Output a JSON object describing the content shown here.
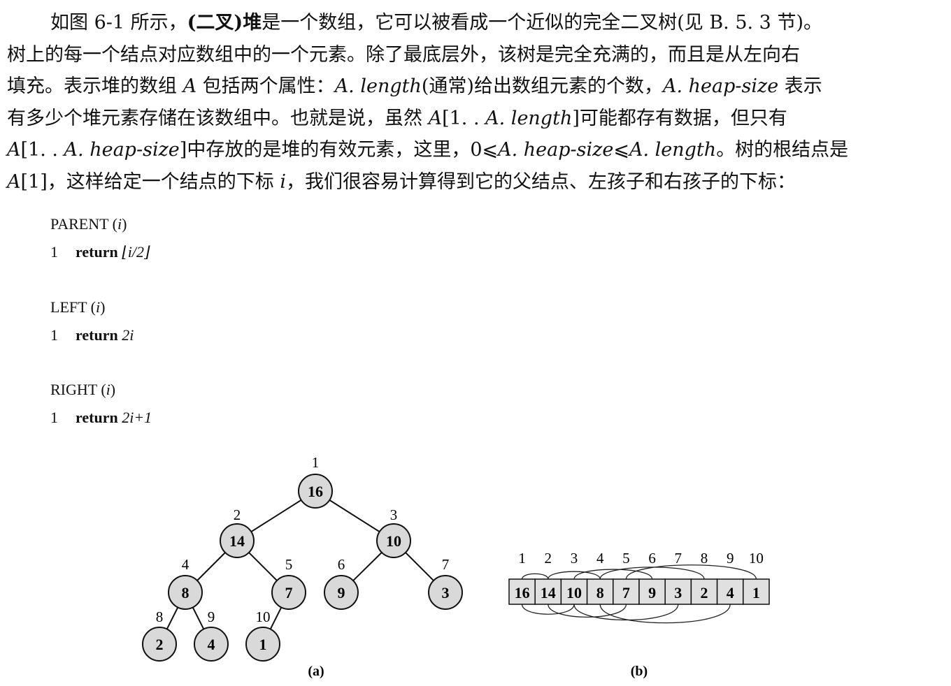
{
  "paragraph": {
    "lines": [
      {
        "segments": [
          {
            "t": "如图 6-1 所示，"
          },
          {
            "t": "(二叉)堆",
            "s": "bold"
          },
          {
            "t": "是一个数组，它可以被看成一个近似的完全二叉树(见 B. 5. 3 节)。"
          }
        ]
      },
      {
        "segments": [
          {
            "t": "树上的每一个结点对应数组中的一个元素。除了最底层外，该树是完全充满的，而且是从左向右"
          }
        ]
      },
      {
        "segments": [
          {
            "t": "填充。表示堆的数组 "
          },
          {
            "t": "A",
            "s": "it"
          },
          {
            "t": " 包括两个属性："
          },
          {
            "t": "A. length",
            "s": "it"
          },
          {
            "t": "(通常)给出数组元素的个数，"
          },
          {
            "t": "A. heap-size",
            "s": "it"
          },
          {
            "t": " 表示"
          }
        ]
      },
      {
        "segments": [
          {
            "t": "有多少个堆元素存储在该数组中。也就是说，虽然 "
          },
          {
            "t": "A",
            "s": "it"
          },
          {
            "t": "[1. . "
          },
          {
            "t": "A. length",
            "s": "it"
          },
          {
            "t": "]可能都存有数据，但只有"
          }
        ]
      },
      {
        "segments": [
          {
            "t": "A",
            "s": "it"
          },
          {
            "t": "[1. . "
          },
          {
            "t": "A. heap-size",
            "s": "it"
          },
          {
            "t": "]中存放的是堆的有效元素，这里，0⩽"
          },
          {
            "t": "A. heap-size",
            "s": "it"
          },
          {
            "t": "⩽"
          },
          {
            "t": "A. length",
            "s": "it"
          },
          {
            "t": "。树的根结点是"
          }
        ]
      },
      {
        "segments": [
          {
            "t": "A",
            "s": "it"
          },
          {
            "t": "[1]，这样给定一个结点的下标 "
          },
          {
            "t": "i",
            "s": "it"
          },
          {
            "t": "，我们很容易计算得到它的父结点、左孩子和右孩子的下标："
          }
        ]
      }
    ]
  },
  "procedures": [
    {
      "name": "PARENT",
      "param": "i",
      "line_no": "1",
      "keyword": "return",
      "expr": "⌊i/2⌋"
    },
    {
      "name": "LEFT",
      "param": "i",
      "line_no": "1",
      "keyword": "return",
      "expr": "2i"
    },
    {
      "name": "RIGHT",
      "param": "i",
      "line_no": "1",
      "keyword": "return",
      "expr": "2i+1"
    }
  ],
  "figure": {
    "tree": {
      "caption": "(a)",
      "nodes": [
        {
          "index": "1",
          "value": "16"
        },
        {
          "index": "2",
          "value": "14"
        },
        {
          "index": "3",
          "value": "10"
        },
        {
          "index": "4",
          "value": "8"
        },
        {
          "index": "5",
          "value": "7"
        },
        {
          "index": "6",
          "value": "9"
        },
        {
          "index": "7",
          "value": "3"
        },
        {
          "index": "8",
          "value": "2"
        },
        {
          "index": "9",
          "value": "4"
        },
        {
          "index": "10",
          "value": "1"
        }
      ],
      "edges": [
        [
          "1",
          "2"
        ],
        [
          "1",
          "3"
        ],
        [
          "2",
          "4"
        ],
        [
          "2",
          "5"
        ],
        [
          "3",
          "6"
        ],
        [
          "3",
          "7"
        ],
        [
          "4",
          "8"
        ],
        [
          "4",
          "9"
        ],
        [
          "5",
          "10"
        ]
      ]
    },
    "array": {
      "caption": "(b)",
      "indices": [
        "1",
        "2",
        "3",
        "4",
        "5",
        "6",
        "7",
        "8",
        "9",
        "10"
      ],
      "values": [
        "16",
        "14",
        "10",
        "8",
        "7",
        "9",
        "3",
        "2",
        "4",
        "1"
      ]
    },
    "node_fill": "#d9d9d9"
  }
}
